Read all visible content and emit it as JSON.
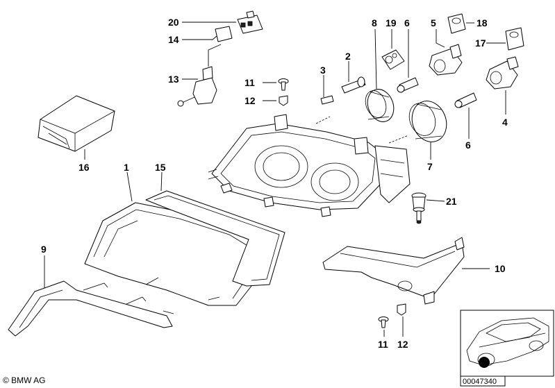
{
  "diagram": {
    "callouts": {
      "c1": "1",
      "c2": "2",
      "c3": "3",
      "c4": "4",
      "c5": "5",
      "c6a": "6",
      "c6b": "6",
      "c7": "7",
      "c8": "8",
      "c9": "9",
      "c10": "10",
      "c11a": "11",
      "c11b": "11",
      "c12a": "12",
      "c12b": "12",
      "c13": "13",
      "c14": "14",
      "c15": "15",
      "c16": "16",
      "c17": "17",
      "c18": "18",
      "c19": "19",
      "c20": "20",
      "c21": "21"
    },
    "copyright": "© BMW AG",
    "document_number": "00047340"
  }
}
